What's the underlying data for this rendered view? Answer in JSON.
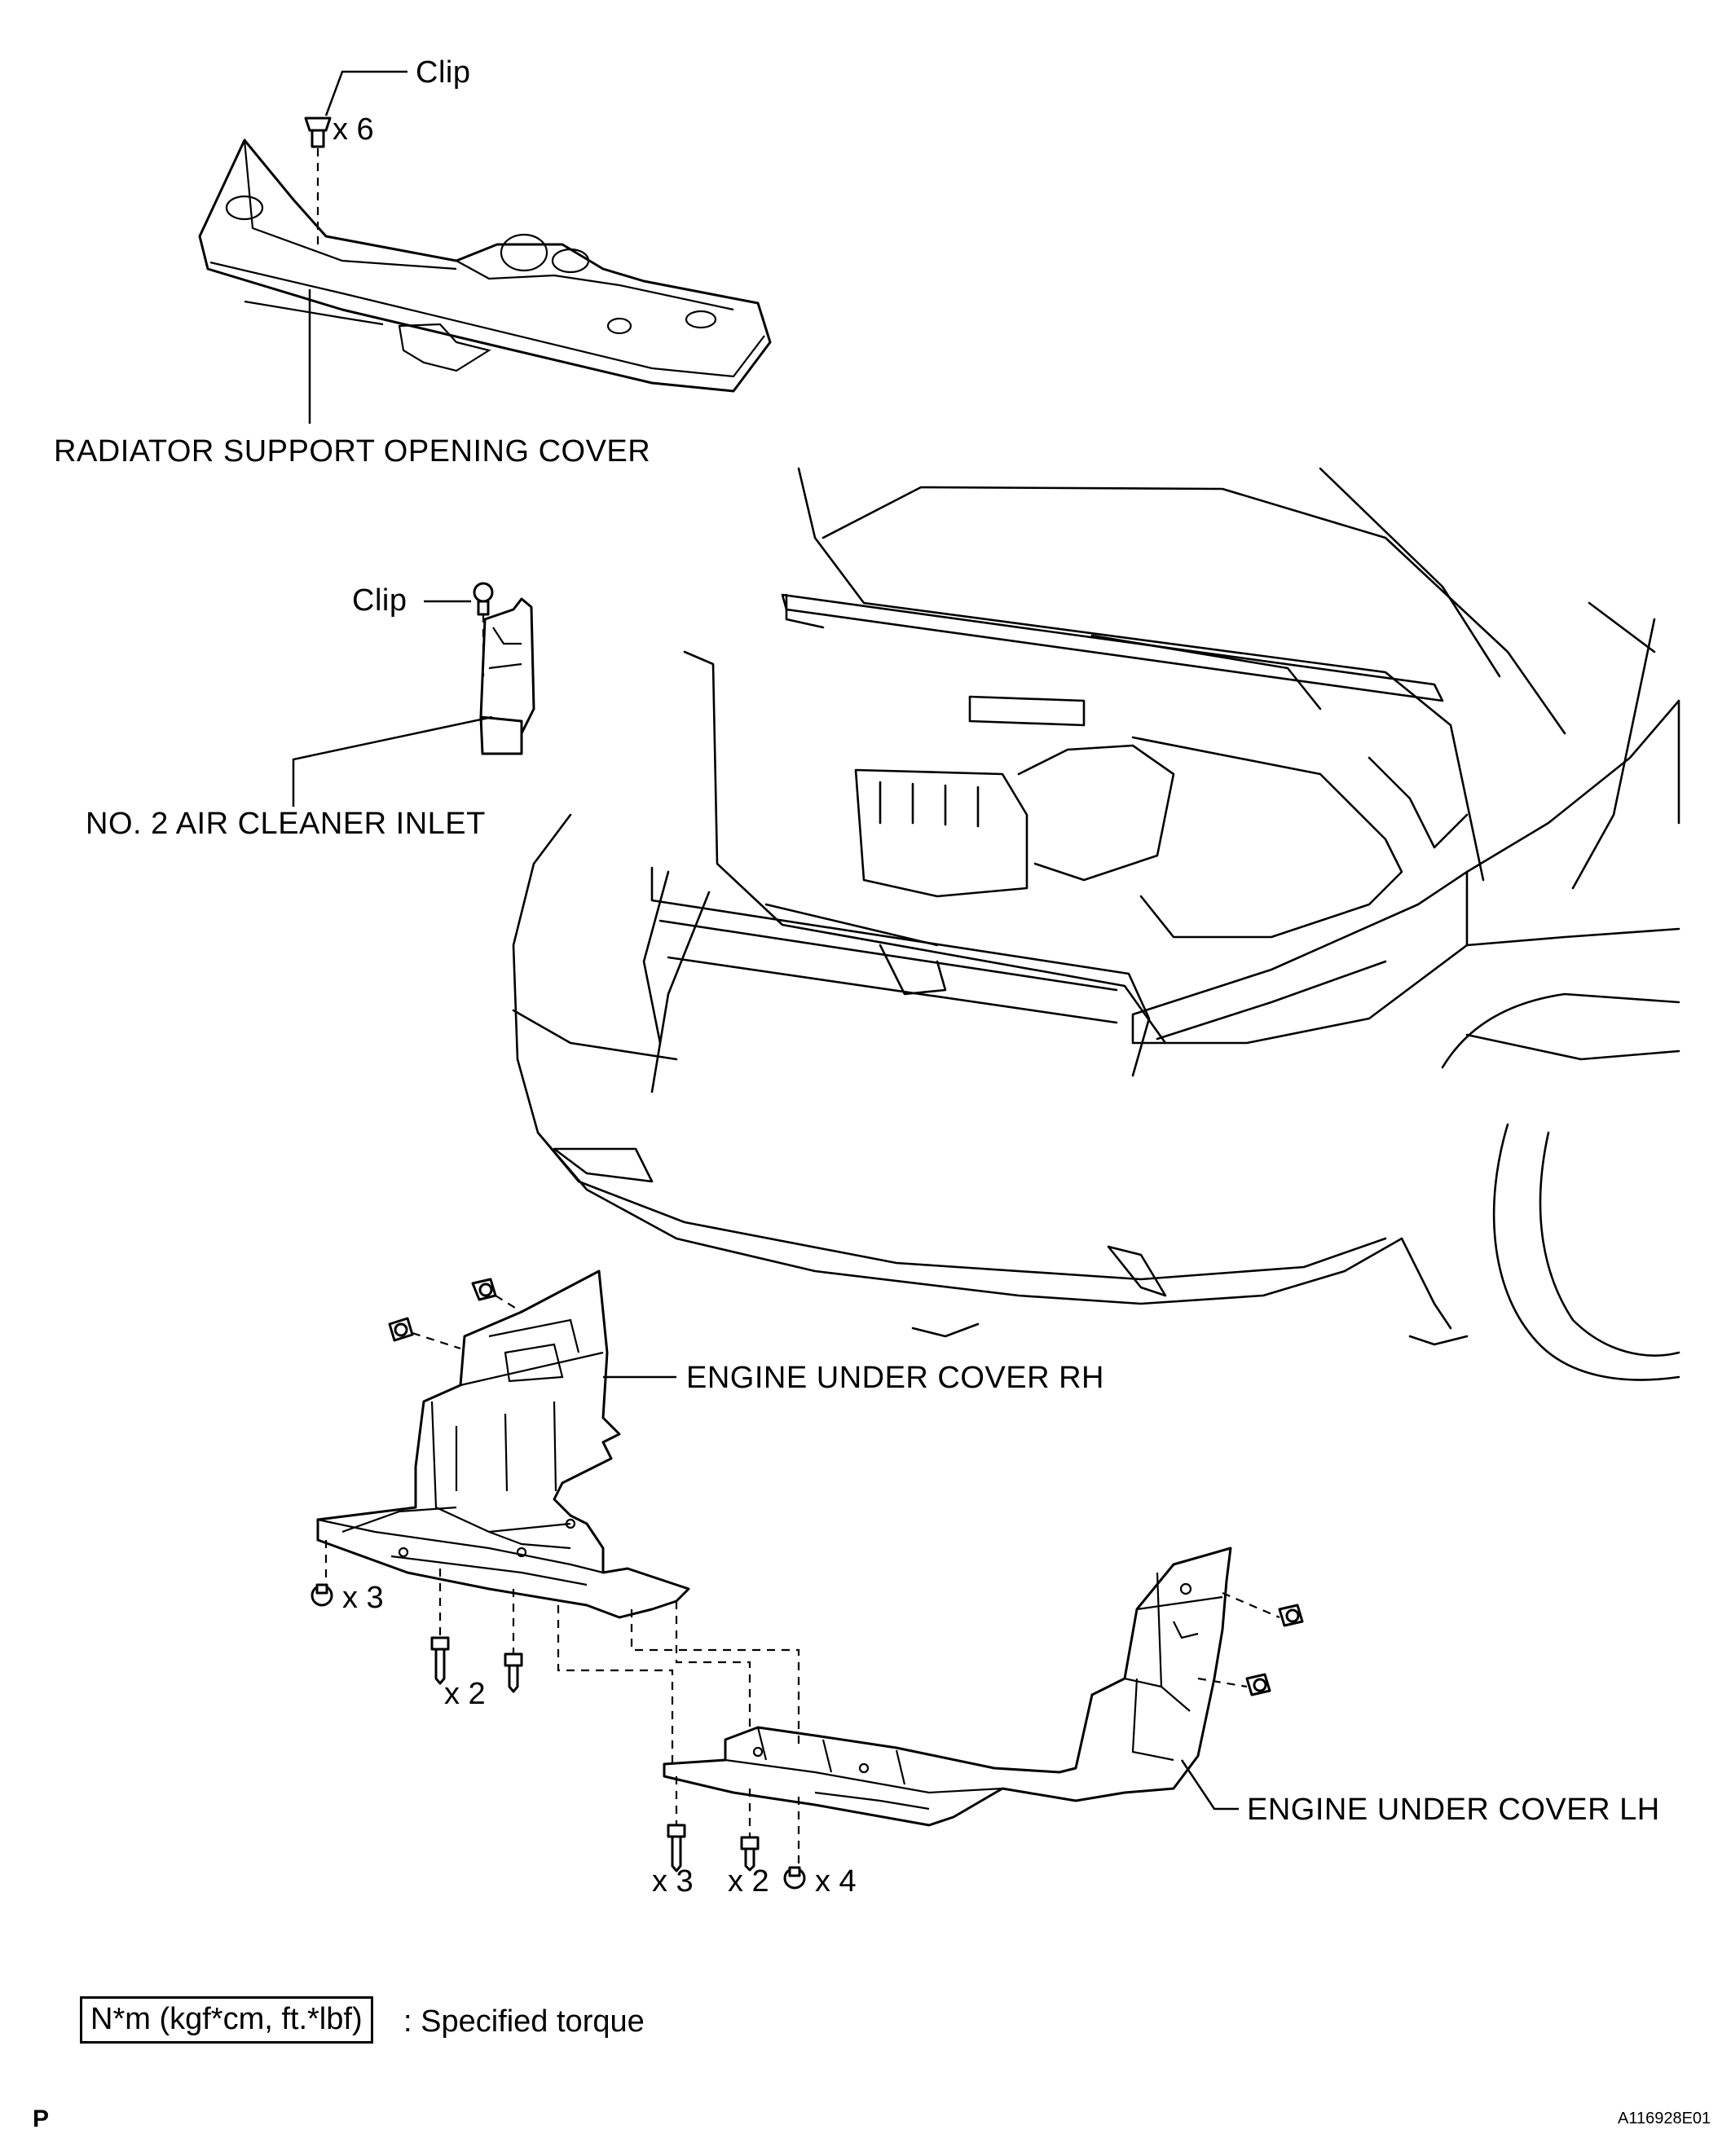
{
  "labels": {
    "clip_top": "Clip",
    "qty_top_clip": "x 6",
    "radiator_cover": "RADIATOR SUPPORT OPENING COVER",
    "clip_inlet": "Clip",
    "air_inlet": "NO. 2 AIR CLEANER INLET",
    "under_cover_rh": "ENGINE UNDER COVER RH",
    "under_cover_lh": "ENGINE UNDER COVER LH"
  },
  "quantities": {
    "rh_clip_x3": "x 3",
    "rh_bolt_x2": "x 2",
    "lh_bolt_x3": "x 3",
    "lh_bolt_x2": "x 2",
    "lh_clip_x4": "x 4"
  },
  "legend": {
    "box": "N*m (kgf*cm, ft.*lbf)",
    "text": ": Specified torque"
  },
  "corner": {
    "left": "P",
    "right": "A116928E01"
  }
}
